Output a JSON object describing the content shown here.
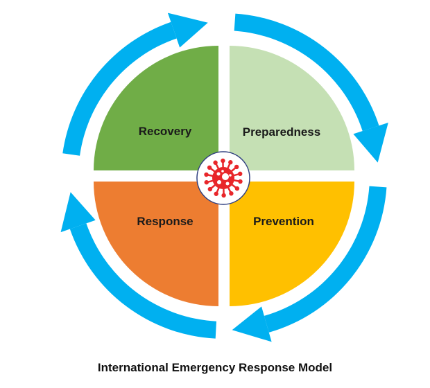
{
  "title": "International Emergency Response Model",
  "center_icon": "virus-icon",
  "colors": {
    "arrow": "#00B0F0",
    "virus": "#E8262A",
    "icon_border": "#2F3F7F"
  },
  "quadrants": [
    {
      "id": "recovery",
      "label": "Recovery",
      "position": "top-left",
      "color": "#70AD47"
    },
    {
      "id": "preparedness",
      "label": "Preparedness",
      "position": "top-right",
      "color": "#C5E0B4"
    },
    {
      "id": "prevention",
      "label": "Prevention",
      "position": "bottom-right",
      "color": "#FFC000"
    },
    {
      "id": "response",
      "label": "Response",
      "position": "bottom-left",
      "color": "#ED7D31"
    }
  ],
  "cycle_direction": "clockwise",
  "cycle_order": [
    "Recovery",
    "Preparedness",
    "Prevention",
    "Response"
  ]
}
